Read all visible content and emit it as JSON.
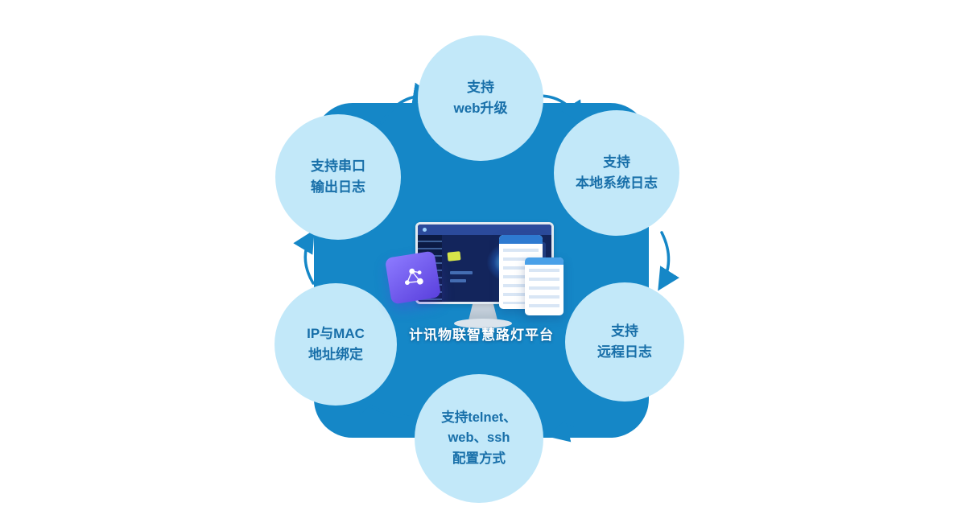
{
  "diagram": {
    "center_label": "计讯物联智慧路灯平台",
    "colors": {
      "dark": "#1587c7",
      "light": "#c2e8f9",
      "text": "#186fa9"
    },
    "nodes": [
      {
        "id": "web-upgrade",
        "text": "支持\nweb升级"
      },
      {
        "id": "local-system-log",
        "text": "支持\n本地系统日志"
      },
      {
        "id": "remote-log",
        "text": "支持\n远程日志"
      },
      {
        "id": "config-methods",
        "text": "支持telnet、\nweb、ssh\n配置方式"
      },
      {
        "id": "ip-mac-binding",
        "text": "IP与MAC\n地址绑定"
      },
      {
        "id": "serial-port-log",
        "text": "支持串口\n输出日志"
      }
    ],
    "illustration": {
      "icons": [
        "monitor-dashboard-icon",
        "purple-app-card-icon",
        "molecule-icon",
        "browser-window-icon",
        "browser-window-icon"
      ]
    }
  }
}
